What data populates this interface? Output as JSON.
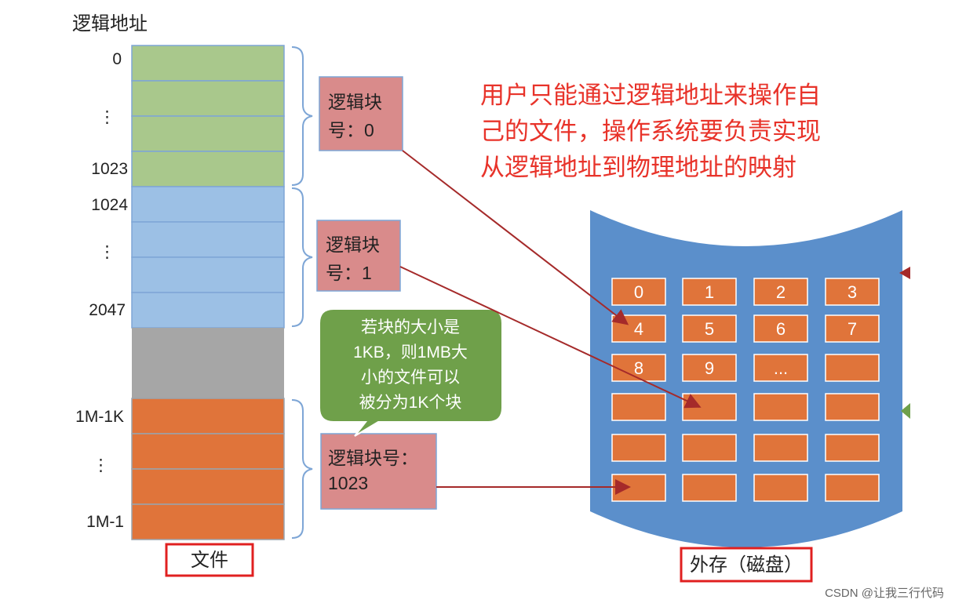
{
  "header": {
    "title": "逻辑地址"
  },
  "address_labels": [
    "0",
    "⋮",
    "1023",
    "1024",
    "⋮",
    "2047",
    "1M-1K",
    "⋮",
    "1M-1"
  ],
  "logical_blocks": [
    {
      "line1": "逻辑块",
      "line2": "号：0"
    },
    {
      "line1": "逻辑块",
      "line2": "号：1"
    },
    {
      "line1": "逻辑块号：",
      "line2": "1023"
    }
  ],
  "callout": {
    "lines": [
      "若块的大小是",
      "1KB，则1MB大",
      "小的文件可以",
      "被分为1K个块"
    ]
  },
  "note": {
    "lines": [
      "用户只能通过逻辑地址来操作自",
      "己的文件，操作系统要负责实现",
      "从逻辑地址到物理地址的映射"
    ]
  },
  "disk": {
    "blocks": [
      [
        "0",
        "1",
        "2",
        "3"
      ],
      [
        "4",
        "5",
        "6",
        "7"
      ],
      [
        "8",
        "9",
        "...",
        ""
      ],
      [
        "",
        "",
        "",
        ""
      ],
      [
        "",
        "",
        "",
        ""
      ],
      [
        "",
        "",
        "",
        ""
      ]
    ]
  },
  "labels": {
    "file": "文件",
    "disk": "外存（磁盘）"
  },
  "watermark": "CSDN @让我三行代码",
  "colors": {
    "green": "#A9C88C",
    "blue": "#9CC0E5",
    "gray": "#A6A6A6",
    "orange": "#E0743A",
    "cell_border": "#7EA6D6",
    "pink": "#D98B8B",
    "callout": "#6FA04A",
    "disk": "#5B8FCB",
    "arrow": "#A52A2A",
    "note": "#E8332A",
    "frame": "#E02020"
  }
}
